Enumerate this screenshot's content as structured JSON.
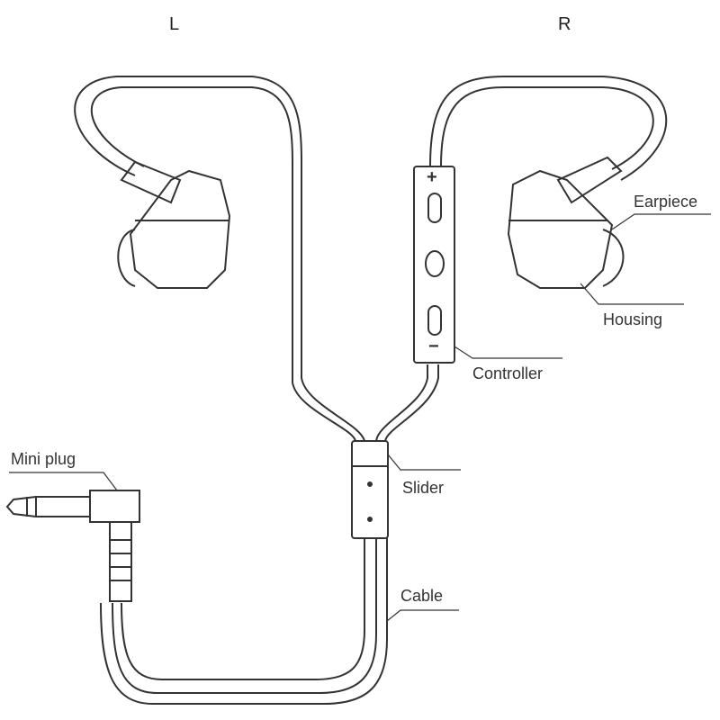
{
  "sides": {
    "left": "L",
    "right": "R"
  },
  "labels": {
    "earpiece": "Earpiece",
    "housing": "Housing",
    "controller": "Controller",
    "slider": "Slider",
    "mini_plug": "Mini plug",
    "cable": "Cable"
  },
  "controller": {
    "plus": "+",
    "minus": "−"
  }
}
